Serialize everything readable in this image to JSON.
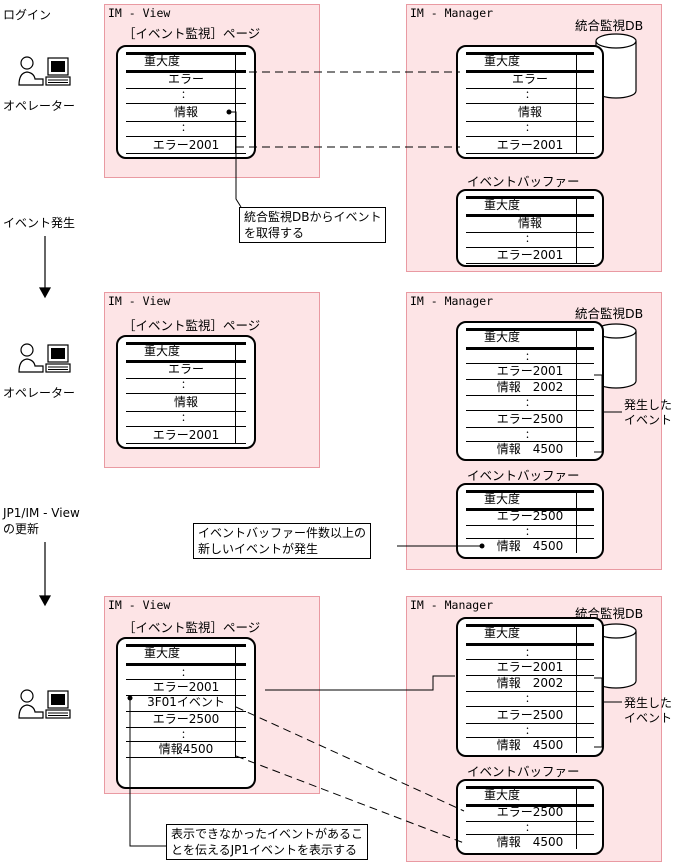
{
  "stages": {
    "login": "ログイン",
    "event_occurs": "イベント発生",
    "refresh_line1": "JP1/IM - View",
    "refresh_line2": "の更新"
  },
  "operator_label": "オペレーター",
  "panels": {
    "view_title": "IM - View",
    "manager_title": "IM - Manager",
    "page_title": "［イベント監視］ページ",
    "db_label": "統合監視DB",
    "buffer_label": "イベントバッファー"
  },
  "header": "重大度",
  "dots": "：",
  "stage1": {
    "view_rows": [
      "エラー",
      "情報",
      "エラー2001"
    ],
    "db_rows": [
      "エラー",
      "情報",
      "エラー2001"
    ],
    "buffer_rows": [
      "情報",
      "エラー2001"
    ],
    "callout_line1": "統合監視DBからイベント",
    "callout_line2": "を取得する"
  },
  "stage2": {
    "view_rows": [
      "エラー",
      "情報",
      "エラー2001"
    ],
    "db_rows": [
      "エラー2001",
      "情報　2002",
      "エラー2500",
      "情報　4500"
    ],
    "buffer_rows": [
      "エラー2500",
      "情報　4500"
    ],
    "side_line1": "発生した",
    "side_line2": "イベント",
    "callout_line1": "イベントバッファー件数以上の",
    "callout_line2": "新しいイベントが発生"
  },
  "stage3": {
    "view_rows": [
      "エラー2001",
      "3F01イベント",
      "エラー2500",
      "情報4500"
    ],
    "db_rows": [
      "エラー2001",
      "情報　2002",
      "エラー2500",
      "情報　4500"
    ],
    "buffer_rows": [
      "エラー2500",
      "情報　4500"
    ],
    "side_line1": "発生した",
    "side_line2": "イベント",
    "callout_line1": "表示できなかったイベントがあるこ",
    "callout_line2": "とを伝えるJP1イベントを表示する"
  }
}
